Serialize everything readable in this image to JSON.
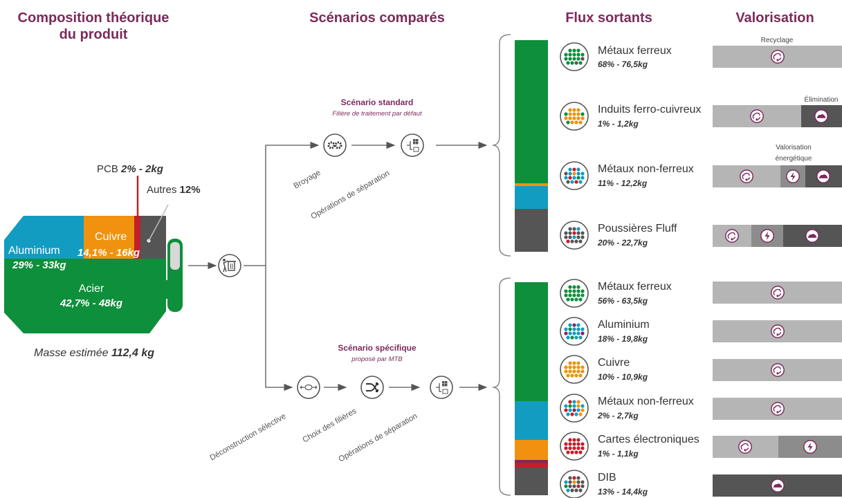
{
  "headers": {
    "composition_line1": "Composition théorique",
    "composition_line2": "du produit",
    "scenarios": "Scénarios comparés",
    "flux": "Flux sortants",
    "valorisation": "Valorisation"
  },
  "product": {
    "pcb_prefix": "PCB ",
    "pcb_value": "2% - 2kg",
    "autres_prefix": "Autres ",
    "autres_value": "12%",
    "aluminium_name": "Aluminium",
    "aluminium_value": "29% - 33kg",
    "cuivre_name": "Cuivre",
    "cuivre_value": "14,1% - 16kg",
    "acier_name": "Acier",
    "acier_value": "42,7% - 48kg",
    "masse_prefix": "Masse estimée ",
    "masse_value": "112,4 kg"
  },
  "scenario_standard": {
    "title": "Scénario standard",
    "subtitle": "Filière de traitement par défaut",
    "step1": "Broyage",
    "step2": "Opérations de séparation"
  },
  "scenario_specifique": {
    "title": "Scénario spécifique",
    "subtitle": "proposé par MTB",
    "step1": "Déconstruction sélective",
    "step2": "Choix des filières",
    "step3": "Opérations de séparation"
  },
  "valorisation_labels": {
    "recyclage": "Recyclage",
    "elimination": "Élimination",
    "energetique_line1": "Valorisation",
    "energetique_line2": "énergétique"
  },
  "standard_flux": [
    {
      "name": "Métaux ferreux",
      "value": "68% - 76,5kg"
    },
    {
      "name": "Induits ferro-cuivreux",
      "value": "1% - 1,2kg"
    },
    {
      "name": "Métaux non-ferreux",
      "value": "11% - 12,2kg"
    },
    {
      "name": "Poussières Fluff",
      "value": "20% - 22,7kg"
    }
  ],
  "specific_flux": [
    {
      "name": "Métaux ferreux",
      "value": "56% - 63,5kg"
    },
    {
      "name": "Aluminium",
      "value": "18% - 19,8kg"
    },
    {
      "name": "Cuivre",
      "value": "10% - 10,9kg"
    },
    {
      "name": "Métaux non-ferreux",
      "value": "2% - 2,7kg"
    },
    {
      "name": "Cartes électroniques",
      "value": "1% - 1,1kg"
    },
    {
      "name": "DIB",
      "value": "13% - 14,4kg"
    }
  ],
  "colors": {
    "title": "#7b2a5b",
    "green": "#0e8f3b",
    "blue": "#139cc2",
    "orange": "#f0920f",
    "red": "#c0202a",
    "dark": "#555555",
    "purple": "#7b2a5b",
    "bar_recycle": "#b5b5b5",
    "bar_energy": "#8c8c8c",
    "bar_elim": "#555555"
  }
}
